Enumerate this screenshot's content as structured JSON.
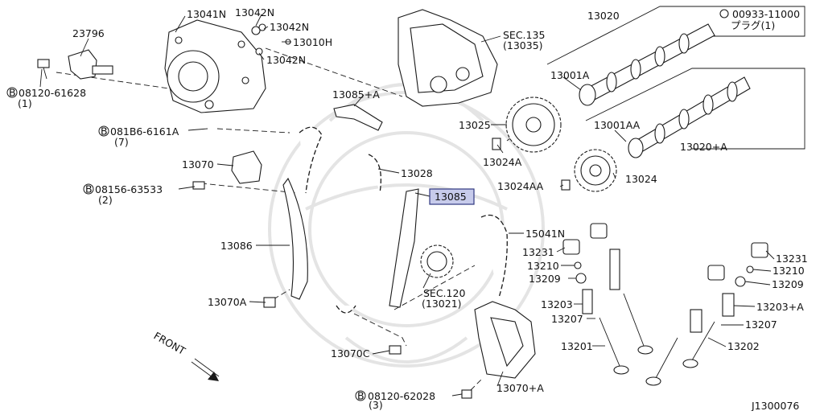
{
  "diagram": {
    "labels": {
      "p23796": "23796",
      "p13041N": "13041N",
      "p13042N_a": "13042N",
      "p13042N_b": "13042N",
      "p13010H": "13010H",
      "p13042N_c": "13042N",
      "b08120_61628": "08120-61628",
      "b08120_61628_qty": "(1)",
      "b081B6_6161A": "081B6-6161A",
      "b081B6_6161A_qty": "(7)",
      "p13070": "13070",
      "b08156_63533": "08156-63533",
      "b08156_63533_qty": "(2)",
      "p13086": "13086",
      "p13070A": "13070A",
      "p13085A": "13085+A",
      "p13028": "13028",
      "p13085": "13085",
      "sec135": "SEC.135",
      "sec135_ref": "(13035)",
      "p13020": "13020",
      "p00933": "00933-11000",
      "p00933_note": "プラグ(1)",
      "p13001A": "13001A",
      "p13025": "13025",
      "p13024A": "13024A",
      "p13001AA": "13001AA",
      "p13020A": "13020+A",
      "p13024AA": "13024AA",
      "p13024": "13024",
      "p15041N": "15041N",
      "p13231_l": "13231",
      "p13210_l": "13210",
      "p13209_l": "13209",
      "p13203": "13203",
      "p13207_l": "13207",
      "p13201": "13201",
      "sec120": "SEC.120",
      "sec120_ref": "(13021)",
      "p13070C": "13070C",
      "b08120_62028": "08120-62028",
      "b08120_62028_qty": "(3)",
      "p13070A2": "13070+A",
      "p13231_r": "13231",
      "p13210_r": "13210",
      "p13209_r": "13209",
      "p13203A": "13203+A",
      "p13207_r": "13207",
      "p13202": "13202",
      "front": "FRONT",
      "bolt_marker": "B",
      "figure_id": "J1300076"
    },
    "highlighted_part": "13085",
    "colors": {
      "highlight_fill": "#c7cbeb",
      "highlight_border": "#303880",
      "line": "#1a1a1a"
    }
  }
}
